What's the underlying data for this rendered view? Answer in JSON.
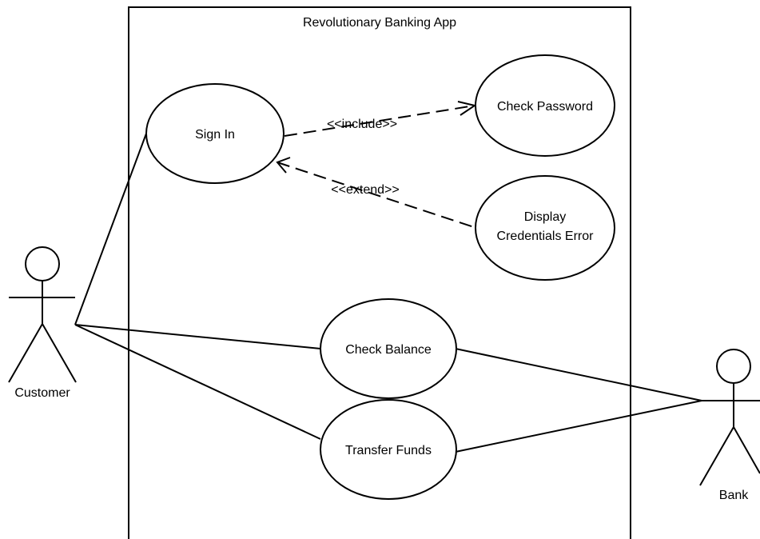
{
  "system": {
    "title": "Revolutionary Banking App"
  },
  "actors": {
    "customer": {
      "label": "Customer"
    },
    "bank": {
      "label": "Bank"
    }
  },
  "use_cases": {
    "sign_in": {
      "label": "Sign In"
    },
    "check_password": {
      "label": "Check Password"
    },
    "display_credentials_error": {
      "line1": "Display",
      "line2": "Credentials Error"
    },
    "check_balance": {
      "label": "Check Balance"
    },
    "transfer_funds": {
      "label": "Transfer Funds"
    }
  },
  "relations": {
    "include": {
      "label": "<<include>>"
    },
    "extend": {
      "label": "<<extend>>"
    }
  },
  "colors": {
    "stroke": "#000000",
    "background": "#ffffff"
  }
}
